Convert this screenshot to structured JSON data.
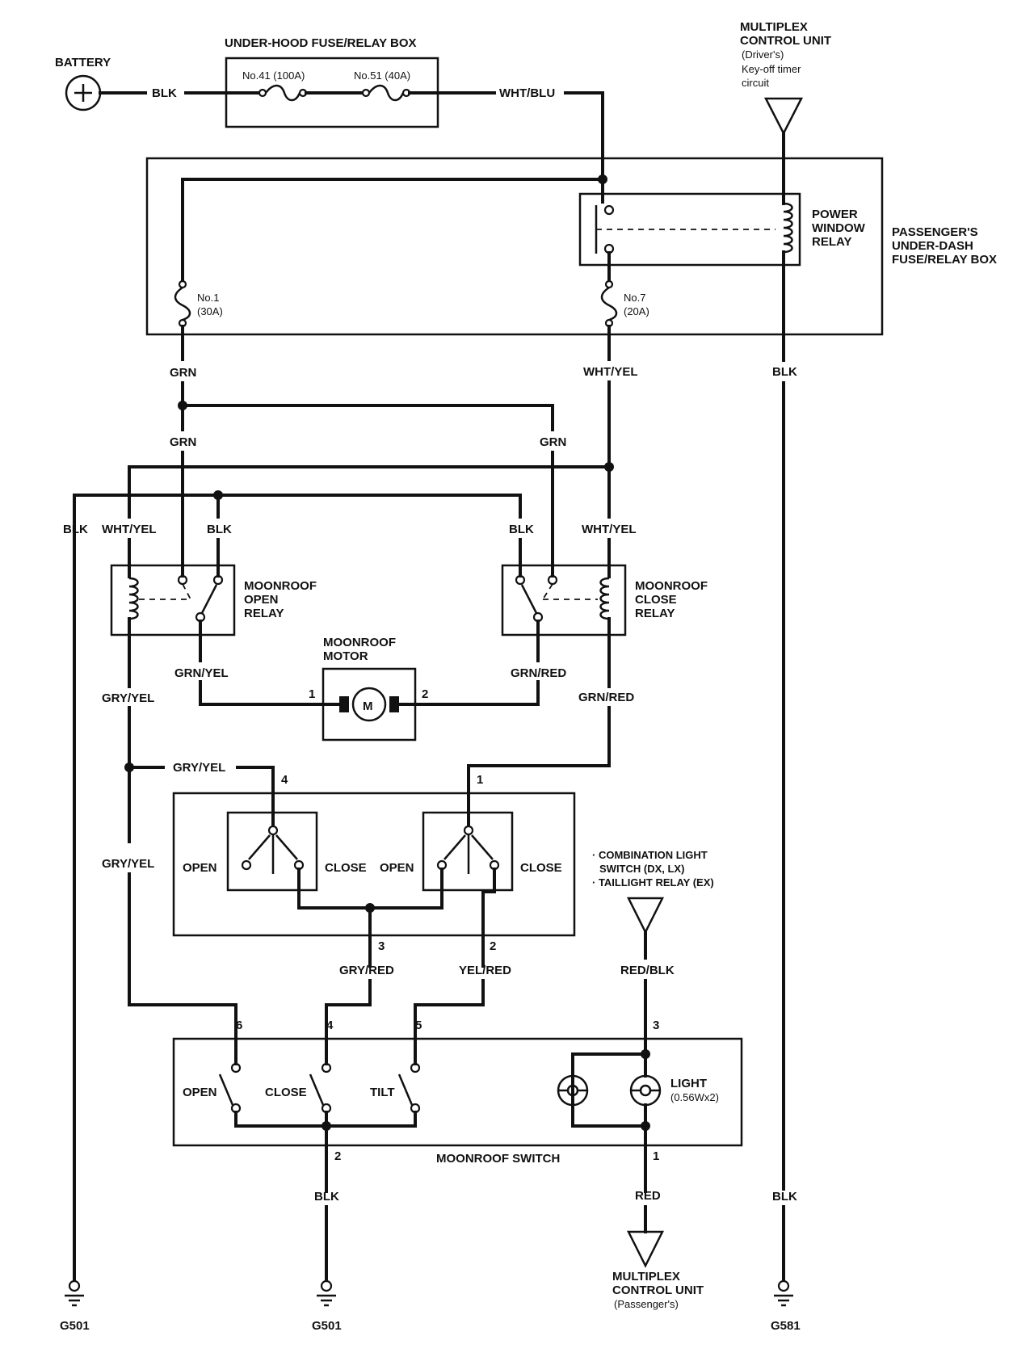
{
  "battery": {
    "label": "BATTERY"
  },
  "underhood_box": {
    "title": "UNDER-HOOD FUSE/RELAY BOX",
    "fuse_a": "No.41 (100A)",
    "fuse_b": "No.51 (40A)"
  },
  "mcu_driver": {
    "line1": "MULTIPLEX",
    "line2": "CONTROL UNIT",
    "line3": "(Driver's)",
    "line4": "Key-off timer",
    "line5": "circuit"
  },
  "passenger_box": {
    "line1": "PASSENGER'S",
    "line2": "UNDER-DASH",
    "line3": "FUSE/RELAY BOX",
    "fuse1_a": "No.1",
    "fuse1_b": "(30A)",
    "fuse7_a": "No.7",
    "fuse7_b": "(20A)"
  },
  "power_window_relay": {
    "line1": "POWER",
    "line2": "WINDOW",
    "line3": "RELAY"
  },
  "open_relay": {
    "line1": "MOONROOF",
    "line2": "OPEN",
    "line3": "RELAY"
  },
  "close_relay": {
    "line1": "MOONROOF",
    "line2": "CLOSE",
    "line3": "RELAY"
  },
  "motor": {
    "line1": "MOONROOF",
    "line2": "MOTOR",
    "symbol": "M",
    "pin1": "1",
    "pin2": "2"
  },
  "wires": {
    "blk": "BLK",
    "wht_blu": "WHT/BLU",
    "grn": "GRN",
    "wht_yel": "WHT/YEL",
    "grn_yel": "GRN/YEL",
    "grn_red": "GRN/RED",
    "gry_yel": "GRY/YEL",
    "gry_red": "GRY/RED",
    "yel_red": "YEL/RED",
    "red_blk": "RED/BLK",
    "red": "RED"
  },
  "upper_switch": {
    "open": "OPEN",
    "close": "CLOSE",
    "pin4": "4",
    "pin1": "1",
    "pin3": "3",
    "pin2": "2"
  },
  "light_source": {
    "line1": "· COMBINATION LIGHT",
    "line2": "SWITCH (DX, LX)",
    "line3": "· TAILLIGHT RELAY (EX)"
  },
  "moonroof_switch": {
    "title": "MOONROOF SWITCH",
    "open": "OPEN",
    "close": "CLOSE",
    "tilt": "TILT",
    "light_line1": "LIGHT",
    "light_line2": "(0.56Wx2)",
    "pin6": "6",
    "pin4": "4",
    "pin5": "5",
    "pin3": "3",
    "pin2": "2",
    "pin1": "1"
  },
  "mcu_passenger": {
    "line1": "MULTIPLEX",
    "line2": "CONTROL UNIT",
    "line3": "(Passenger's)"
  },
  "grounds": {
    "g_left": "G501",
    "g_mid": "G501",
    "g_right": "G581"
  }
}
